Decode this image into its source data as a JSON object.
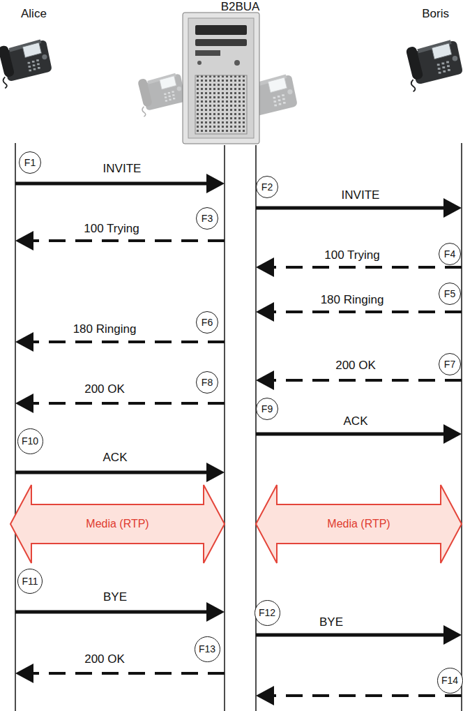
{
  "diagram": {
    "nodes": [
      {
        "text": [
          "Alice"
        ]
      },
      {
        "text": [
          "B2BUA"
        ]
      },
      {
        "text": [
          "Boris"
        ]
      },
      {
        "text": [
          "F1"
        ]
      },
      {
        "text": [
          "F2"
        ]
      },
      {
        "text": [
          "F3"
        ]
      },
      {
        "text": [
          "F4"
        ]
      },
      {
        "text": [
          "F5"
        ]
      },
      {
        "text": [
          "F6"
        ]
      },
      {
        "text": [
          "F7"
        ]
      },
      {
        "text": [
          "F8"
        ]
      },
      {
        "text": [
          "F9"
        ]
      },
      {
        "text": [
          "F10"
        ]
      },
      {
        "text": [
          "Media (RTP)"
        ]
      },
      {
        "text": [
          "Media (RTP)"
        ]
      },
      {
        "text": [
          "F11"
        ]
      },
      {
        "text": [
          "F12"
        ]
      },
      {
        "text": [
          "F13"
        ]
      },
      {
        "text": [
          "F14"
        ]
      }
    ],
    "edges": [
      {
        "from": 0,
        "to": 1,
        "label": "INVITE",
        "arrow": "to"
      },
      {
        "from": 1,
        "to": 2,
        "label": "INVITE",
        "arrow": "to"
      },
      {
        "from": 1,
        "to": 0,
        "label": "100 Trying",
        "arrow": "to"
      },
      {
        "from": 2,
        "to": 1,
        "label": "100 Trying",
        "arrow": "to"
      },
      {
        "from": 2,
        "to": 1,
        "label": "180 Ringing",
        "arrow": "to"
      },
      {
        "from": 1,
        "to": 0,
        "label": "180 Ringing",
        "arrow": "to"
      },
      {
        "from": 2,
        "to": 1,
        "label": "200 OK",
        "arrow": "to"
      },
      {
        "from": 1,
        "to": 0,
        "label": "200 OK",
        "arrow": "to"
      },
      {
        "from": 1,
        "to": 2,
        "label": "ACK",
        "arrow": "to"
      },
      {
        "from": 0,
        "to": 1,
        "label": "ACK",
        "arrow": "to"
      },
      {
        "from": 0,
        "to": 1,
        "label": "BYE",
        "arrow": "to"
      },
      {
        "from": 1,
        "to": 2,
        "label": "BYE",
        "arrow": "to"
      },
      {
        "from": 1,
        "to": 0,
        "label": "200 OK",
        "arrow": "to"
      },
      {
        "from": 2,
        "to": 1,
        "arrow": "to"
      }
    ]
  }
}
